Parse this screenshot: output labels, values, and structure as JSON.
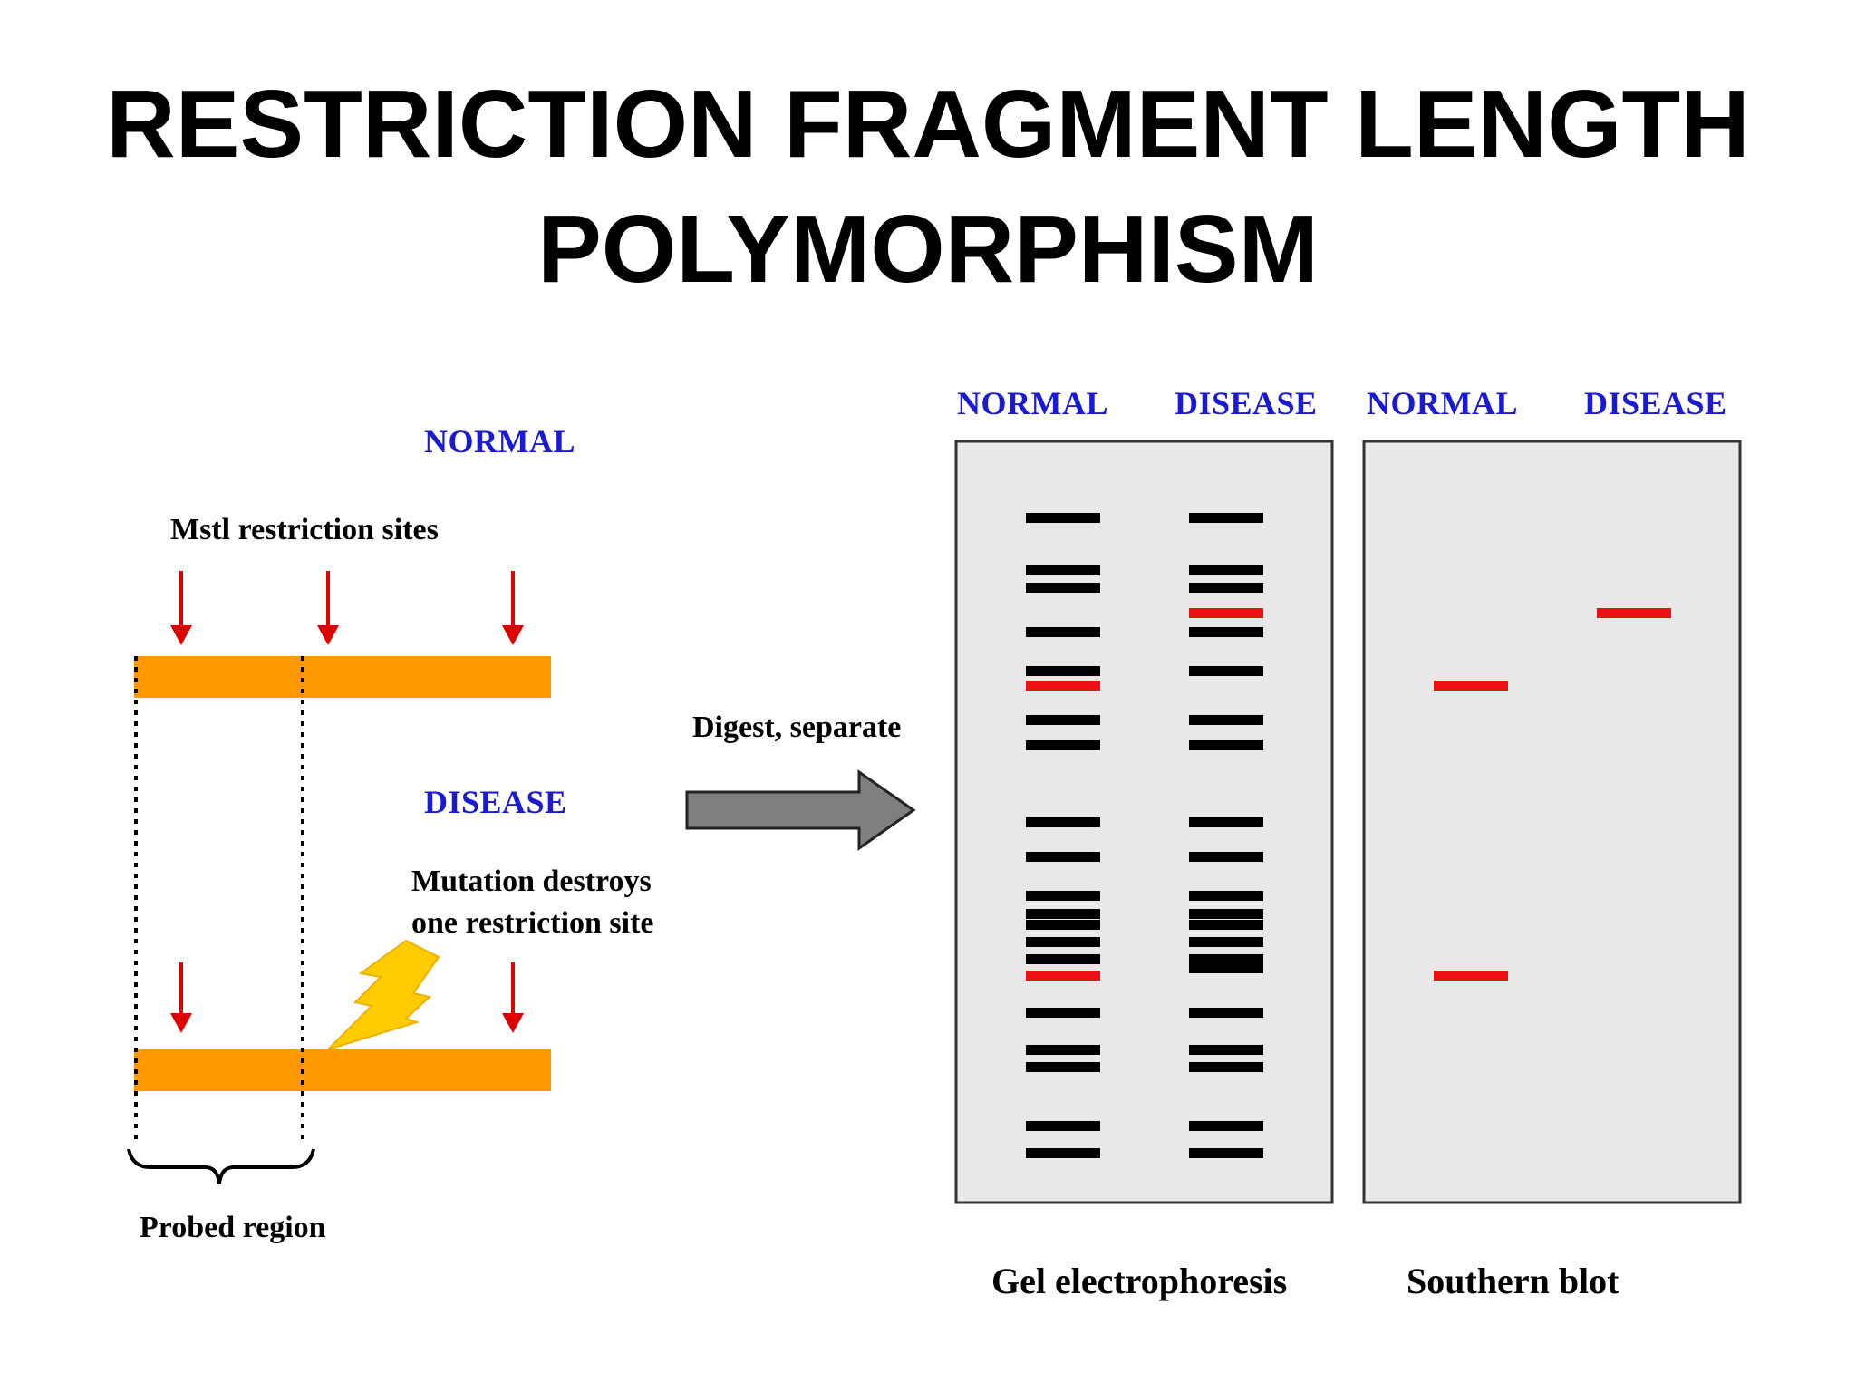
{
  "title": {
    "line1": "RESTRICTION FRAGMENT LENGTH",
    "line2": "POLYMORPHISM"
  },
  "left_panel": {
    "normal_label": "NORMAL",
    "sites_label": "Mstl restriction sites",
    "disease_label": "DISEASE",
    "mutation_line1": "Mutation destroys",
    "mutation_line2": "one restriction site",
    "probed_label": "Probed region"
  },
  "arrow_label": "Digest, separate",
  "gel": {
    "headers": [
      "NORMAL",
      "DISEASE",
      "NORMAL",
      "DISEASE"
    ],
    "gel_caption": "Gel electrophoresis",
    "blot_caption": "Southern blot"
  },
  "colors": {
    "dna_bar": "#ff9900",
    "cut_arrow": "#e00000",
    "label_blue": "#1a1ad6",
    "probe_band": "#ee1111",
    "gel_bg": "#e8e8ea",
    "lightning": "#ffcc00",
    "big_arrow": "#7f7f7f"
  },
  "icons": [
    "cut-site-arrow-icon",
    "lightning-icon",
    "right-arrow-icon",
    "brace-icon"
  ]
}
